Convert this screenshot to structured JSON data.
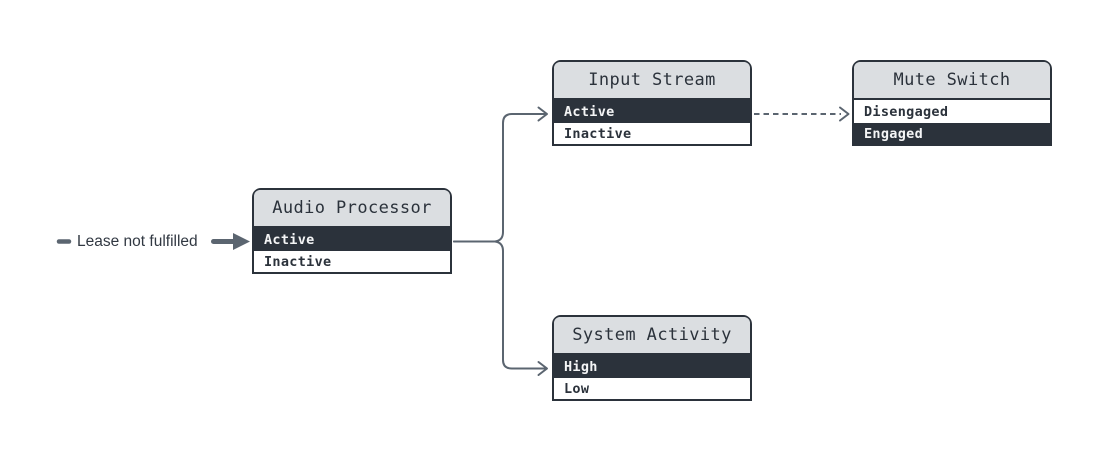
{
  "diagram": {
    "type": "state-dependency-diagram",
    "background": "#ffffff"
  },
  "colors": {
    "node_border": "#2b323b",
    "node_header_bg": "#dbdee1",
    "active_row_bg": "#2b323b",
    "active_row_text": "#f4f5f6",
    "inactive_row_text": "#2b323b",
    "connector": "#5b6570"
  },
  "annotation": {
    "label": "Lease not fulfilled"
  },
  "nodes": [
    {
      "id": "audio-processor",
      "title": "Audio Processor",
      "rows": [
        {
          "label": "Active",
          "active": true
        },
        {
          "label": "Inactive",
          "active": false
        }
      ]
    },
    {
      "id": "input-stream",
      "title": "Input Stream",
      "rows": [
        {
          "label": "Active",
          "active": true
        },
        {
          "label": "Inactive",
          "active": false
        }
      ]
    },
    {
      "id": "mute-switch",
      "title": "Mute Switch",
      "rows": [
        {
          "label": "Disengaged",
          "active": false
        },
        {
          "label": "Engaged",
          "active": true
        }
      ]
    },
    {
      "id": "system-activity",
      "title": "System Activity",
      "rows": [
        {
          "label": "High",
          "active": true
        },
        {
          "label": "Low",
          "active": false
        }
      ]
    }
  ],
  "edges": [
    {
      "from": "audio-processor.Active",
      "to": "input-stream.Active",
      "style": "solid"
    },
    {
      "from": "audio-processor.Active",
      "to": "system-activity.High",
      "style": "solid"
    },
    {
      "from": "input-stream.Active",
      "to": "mute-switch.Disengaged",
      "style": "dashed"
    },
    {
      "from": "annotation",
      "to": "audio-processor.Active",
      "style": "bold-arrow"
    }
  ]
}
